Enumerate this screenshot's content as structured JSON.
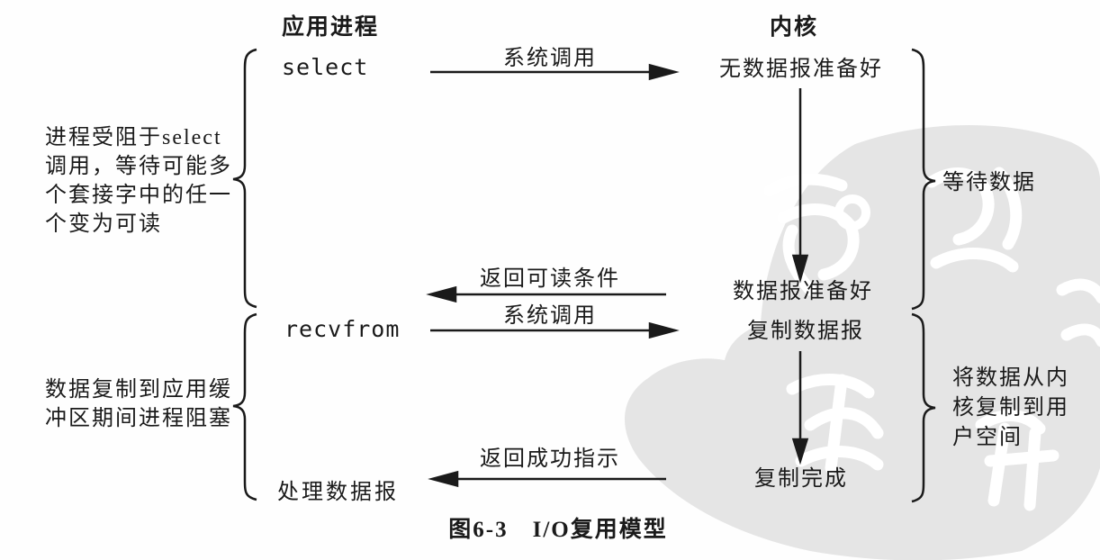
{
  "figure": {
    "caption": "图6-3　I/O复用模型",
    "columns": {
      "app_header": "应用进程",
      "kernel_header": "内核"
    },
    "app": {
      "select_label": "select",
      "recvfrom_label": "recvfrom",
      "process_datagram": "处理数据报"
    },
    "kernel": {
      "no_datagram_ready": "无数据报准备好",
      "datagram_ready": "数据报准备好",
      "copy_datagram": "复制数据报",
      "copy_complete": "复制完成"
    },
    "arrows": {
      "syscall_1": "系统调用",
      "return_readable": "返回可读条件",
      "syscall_2": "系统调用",
      "return_success": "返回成功指示"
    },
    "annotations": {
      "block_select": {
        "lines": [
          "进程受阻于select",
          "调用，等待可能多",
          "个套接字中的任一",
          "个变为可读"
        ]
      },
      "block_copy": {
        "lines": [
          "数据复制到应用缓",
          "冲区期间进程阻塞"
        ]
      },
      "wait_data": "等待数据",
      "kernel_copy": {
        "lines": [
          "将数据从内",
          "核复制到用",
          "户空间"
        ]
      }
    },
    "colors": {
      "ink": "#1a1a1a",
      "watermark_gray": "#e5e5e5",
      "paper": "#fefefe"
    }
  }
}
